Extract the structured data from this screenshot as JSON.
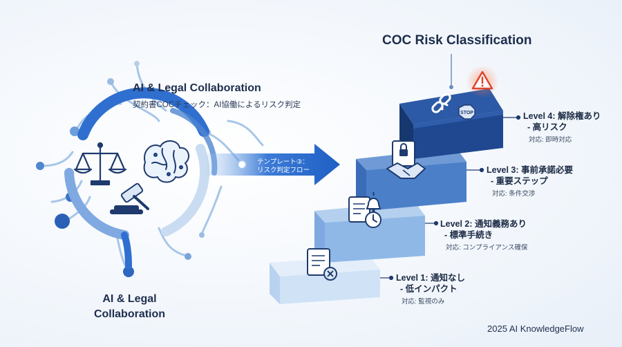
{
  "title": "COC Risk Classification",
  "left_panel": {
    "title": "AI & Legal Collaboration",
    "subtitle": "契約書COCチェック：AI協働によるリスク判定",
    "bottom_label_line1": "AI & Legal",
    "bottom_label_line2": "Collaboration"
  },
  "arrow": {
    "line1": "テンプレート③：",
    "line2": "リスク判定フロー"
  },
  "levels": [
    {
      "label_line1": "Level 1: 通知なし",
      "label_line2": "- 低インパクト",
      "action": "対応: 監視のみ"
    },
    {
      "label_line1": "Level 2: 通知義務あり",
      "label_line2": "- 標準手続き",
      "action": "対応: コンプライアンス確保"
    },
    {
      "label_line1": "Level 3: 事前承諾必要",
      "label_line2": "- 重要ステップ",
      "action": "対応: 条件交渉"
    },
    {
      "label_line1": "Level 4: 解除権あり",
      "label_line2": "- 高リスク",
      "action": "対応: 即時対応"
    }
  ],
  "stop_sign_text": "STOP",
  "footer": "2025 AI KnowledgeFlow",
  "colors": {
    "level1": "#cfe2f6",
    "level2": "#8fb8e6",
    "level3": "#4b80c8",
    "level4": "#1f4890",
    "accent": "#2f6fd0",
    "warning": "#e0452b"
  }
}
